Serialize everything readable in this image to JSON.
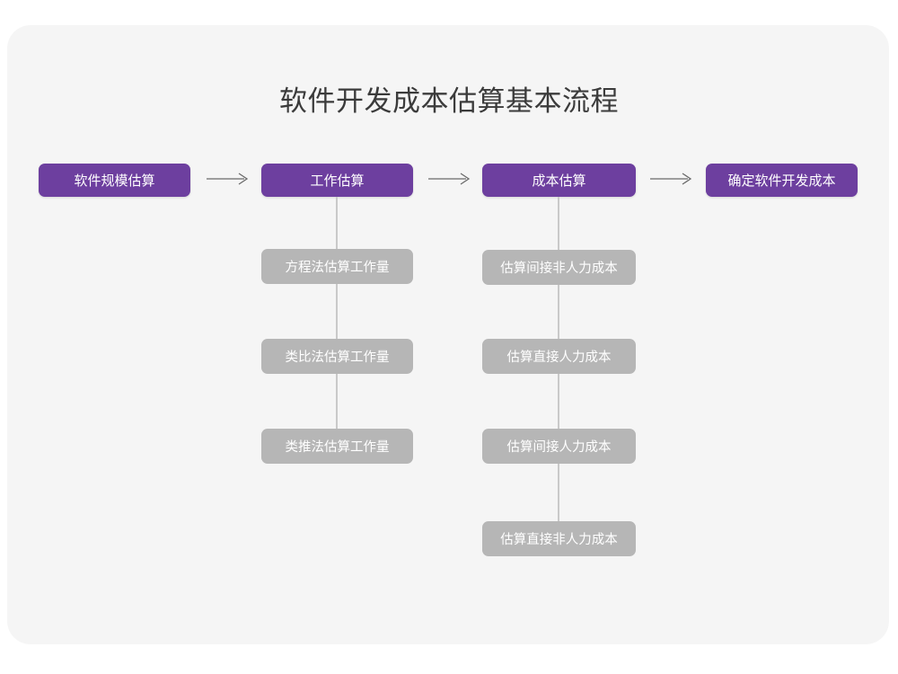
{
  "diagram": {
    "title": "软件开发成本估算基本流程",
    "colors": {
      "canvas": "#ffffff",
      "card": "#f5f5f5",
      "primary_node": "#6d3f9f",
      "sub_node": "#b6b6b6",
      "node_text": "#ffffff",
      "title_text": "#3b3b3b",
      "connector": "#c9c9c9",
      "arrow": "#6b6b6b"
    },
    "type": "flowchart",
    "stages": [
      {
        "id": "stage-1",
        "label": "软件规模估算",
        "substeps": []
      },
      {
        "id": "stage-2",
        "label": "工作估算",
        "substeps": [
          "方程法估算工作量",
          "类比法估算工作量",
          "类推法估算工作量"
        ]
      },
      {
        "id": "stage-3",
        "label": "成本估算",
        "substeps": [
          "估算间接非人力成本",
          "估算直接人力成本",
          "估算间接人力成本",
          "估算直接非人力成本"
        ]
      },
      {
        "id": "stage-4",
        "label": "确定软件开发成本",
        "substeps": []
      }
    ],
    "arrows": [
      {
        "id": "arrow-1",
        "from": "stage-1",
        "to": "stage-2",
        "glyph": "right-arrow-icon"
      },
      {
        "id": "arrow-2",
        "from": "stage-2",
        "to": "stage-3",
        "glyph": "right-arrow-icon"
      },
      {
        "id": "arrow-3",
        "from": "stage-3",
        "to": "stage-4",
        "glyph": "right-arrow-icon"
      }
    ]
  }
}
